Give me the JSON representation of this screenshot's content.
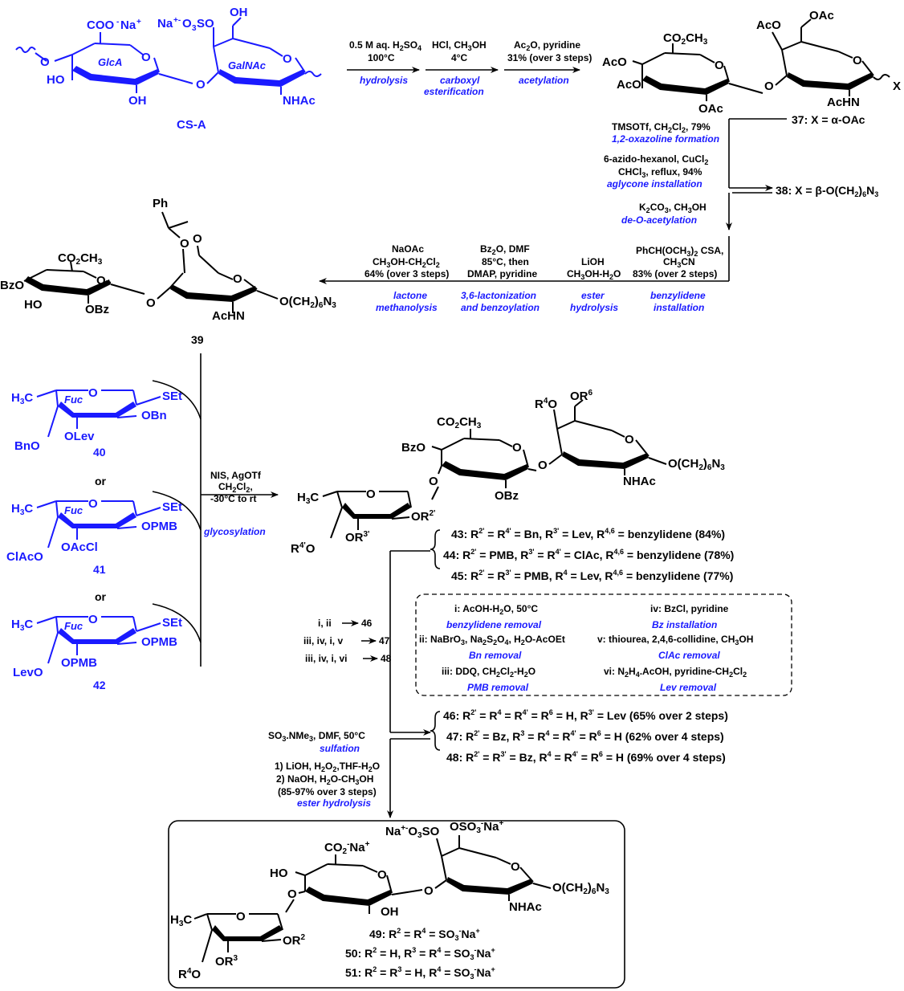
{
  "step1": {
    "c1": "0.5 M aq. H",
    "c1b": "2",
    "c1c": "SO",
    "c1d": "4",
    "c2": "100°C",
    "tag": "hydrolysis"
  },
  "step2": {
    "c1": "HCl, CH",
    "c1b": "3",
    "c1c": "OH",
    "c2": "4°C",
    "tag1": "carboxyl",
    "tag2": "esterification"
  },
  "step3": {
    "c1": "Ac",
    "c1b": "2",
    "c1c": "O, pyridine",
    "c2": "31% (over 3 steps)",
    "tag": "acetylation"
  },
  "cs_a": {
    "name": "CS-A",
    "glca": "GlcA",
    "galnac": "GalNAc",
    "coo": "COO",
    "na": "Na",
    "sulf": "Na",
    "o3so": "O",
    "o3so_b": "3",
    "o3so_c": "SO",
    "oh": "OH",
    "ho": "HO",
    "nhac": "NHAc",
    "o": "O"
  },
  "acetylated": {
    "co2ch3": "CO",
    "co2ch3_b": "2",
    "co2ch3_c": "CH",
    "co2ch3_d": "3",
    "aco": "AcO",
    "oac": "OAc",
    "achn": "AcHN",
    "x": "X",
    "o": "O"
  },
  "oxazoline": {
    "c1": "TMSOTf, CH",
    "c1b": "2",
    "c1c": "Cl",
    "c1d": "2",
    "c1e": ", 79%",
    "tag": "1,2-oxazoline formation",
    "prod": "37: X = α-OAc"
  },
  "aglycone": {
    "c1": "6-azido-hexanol, CuCl",
    "c1b": "2",
    "c2": "CHCl",
    "c2b": "3",
    "c2c": ", reflux, 94%",
    "tag": "aglycone installation",
    "prod1": "38: X = β-O(CH",
    "prod2": "2",
    "prod3": ")",
    "prod4": "6",
    "prod5": "N",
    "prod6": "3"
  },
  "deacetyl": {
    "c1": "K",
    "c1b": "2",
    "c1c": "CO",
    "c1d": "3",
    "c1e": ", CH",
    "c1f": "3",
    "c1g": "OH",
    "tag": "de-O-acetylation"
  },
  "benzylidene": {
    "c1": "PhCH(OCH",
    "c1b": "3",
    "c1c": ")",
    "c1d": "2",
    "c1e": " CSA,",
    "c2": "CH",
    "c2b": "3",
    "c2c": "CN",
    "c3": "83% (over 2 steps)",
    "tag1": "benzylidene",
    "tag2": "installation"
  },
  "esterhyd": {
    "c1": "LiOH",
    "c2": "CH",
    "c2b": "3",
    "c2c": "OH-H",
    "c2d": "2",
    "c2e": "O",
    "tag1": "ester",
    "tag2": "hydrolysis"
  },
  "lactonize": {
    "c1": "Bz",
    "c1b": "2",
    "c1c": "O, DMF",
    "c2": "85°C, then",
    "c3": "DMAP, pyridine",
    "tag1": "3,6-lactonization",
    "tag2": "and benzoylation"
  },
  "methanolysis": {
    "c1": "NaOAc",
    "c2": "CH",
    "c2b": "3",
    "c2c": "OH-CH",
    "c2d": "2",
    "c2e": "Cl",
    "c2f": "2",
    "c3": "64% (over 3 steps)",
    "tag1": "lactone",
    "tag2": "methanolysis"
  },
  "cmpd39": {
    "label": "39",
    "ph": "Ph",
    "bzo": "BzO",
    "ho": "HO",
    "obz": "OBz",
    "achn": "AcHN",
    "co2ch3": "CO",
    "co2ch3_b": "2",
    "co2ch3_c": "CH",
    "co2ch3_d": "3",
    "aglycone": "O(CH",
    "ag2": "2",
    "ag3": ")",
    "ag4": "6",
    "ag5": "N",
    "ag6": "3",
    "o": "O"
  },
  "donors": {
    "d40": {
      "label": "40",
      "h3c": "H",
      "h3c_b": "3",
      "h3c_c": "C",
      "fuc": "Fuc",
      "set": "SEt",
      "obn": "OBn",
      "olev": "OLev",
      "bno": "BnO",
      "o": "O"
    },
    "or1": "or",
    "d41": {
      "label": "41",
      "h3c": "H",
      "h3c_b": "3",
      "h3c_c": "C",
      "fuc": "Fuc",
      "set": "SEt",
      "opmb": "OPMB",
      "oacl": "OAcCl",
      "clacO": "ClAcO",
      "o": "O"
    },
    "or2": "or",
    "d42": {
      "label": "42",
      "h3c": "H",
      "h3c_b": "3",
      "h3c_c": "C",
      "fuc": "Fuc",
      "set": "SEt",
      "opmb": "OPMB",
      "opmb2": "OPMB",
      "levo": "LevO",
      "o": "O"
    }
  },
  "glyco": {
    "c1": "NIS, AgOTf",
    "c2": "CH",
    "c2b": "2",
    "c2c": "Cl",
    "c2d": "2",
    "c2e": ",",
    "c3": "-30°C to rt",
    "tag": "glycosylation"
  },
  "trisacc": {
    "co2ch3": "CO",
    "co2ch3_b": "2",
    "co2ch3_c": "CH",
    "co2ch3_d": "3",
    "bzo": "BzO",
    "obz": "OBz",
    "r4o": "R",
    "r4o_s": "4",
    "r4o_e": "O",
    "or6": "OR",
    "or6_s": "6",
    "nhac": "NHAc",
    "aglycone": "O(CH",
    "ag2": "2",
    "ag3": ")",
    "ag4": "6",
    "ag5": "N",
    "ag6": "3",
    "h3c": "H",
    "h3c_b": "3",
    "h3c_c": "C",
    "or2": "OR",
    "or2_s": "2'",
    "or3": "OR",
    "or3_s": "3'",
    "r4po": "R",
    "r4po_s": "4'",
    "r4po_e": "O",
    "o": "O"
  },
  "products": [
    {
      "t": "43: R",
      "s1": "2'",
      "m1": " = R",
      "s2": "4'",
      "m2": " = Bn, R",
      "s3": "3'",
      "m3": " = Lev, R",
      "s4": "4,6",
      "m4": " = benzylidene (84%)"
    },
    {
      "t": "44: R",
      "s1": "2'",
      "m1": " = PMB, R",
      "s2": "3'",
      "m2": " = R",
      "s3": "4'",
      "m3": " = ClAc, R",
      "s4": "4,6",
      "m4": " = benzylidene (78%)"
    },
    {
      "t": "45: R",
      "s1": "2'",
      "m1": " = R",
      "s2": "3'",
      "m2": " = PMB, R",
      "s3": "4",
      "m3": " = Lev, R",
      "s4": "4,6",
      "m4": " = benzylidene (77%)"
    }
  ],
  "routes": [
    "i, ii",
    "46",
    "iii, iv, i, v",
    "47",
    "iii, iv, i, vi",
    "48"
  ],
  "reagents": {
    "i": "i: AcOH-H",
    "i_b": "2",
    "i_c": "O, 50°C",
    "i_tag": "benzylidene removal",
    "ii": "ii: NaBrO",
    "ii_b": "3",
    "ii_c": ", Na",
    "ii_d": "2",
    "ii_e": "S",
    "ii_f": "2",
    "ii_g": "O",
    "ii_h": "4",
    "ii_i": ", H",
    "ii_j": "2",
    "ii_k": "O-AcOEt",
    "ii_tag": "Bn removal",
    "iii": "iii: DDQ, CH",
    "iii_b": "2",
    "iii_c": "Cl",
    "iii_d": "2",
    "iii_e": "-H",
    "iii_f": "2",
    "iii_g": "O",
    "iii_tag": "PMB removal",
    "iv": "iv: BzCl, pyridine",
    "iv_tag": "Bz installation",
    "v": "v: thiourea, 2,4,6-collidine, CH",
    "v_b": "3",
    "v_c": "OH",
    "v_tag": "ClAc removal",
    "vi": "vi: N",
    "vi_b": "2",
    "vi_c": "H",
    "vi_d": "4",
    "vi_e": ".AcOH, pyridine-CH",
    "vi_f": "2",
    "vi_g": "Cl",
    "vi_h": "2",
    "vi_tag": "Lev removal"
  },
  "deprot": [
    {
      "t": "46: R",
      "s1": "2'",
      "m1": " = R",
      "s2": "4",
      "m2": " = R",
      "s3": "4'",
      "m3": " = R",
      "s4": "6",
      "m4": " = H, R",
      "s5": "3'",
      "m5": " = Lev (65% over 2 steps)"
    },
    {
      "t": "47: R",
      "s1": "2'",
      "m1": " = Bz, R",
      "s2": "3",
      "m2": " = R",
      "s3": "4",
      "m3": " = R",
      "s4": "4'",
      "m4": " = R",
      "s5": "6",
      "m5": " = H (62% over 4 steps)"
    },
    {
      "t": "48: R",
      "s1": "2'",
      "m1": " = R",
      "s2": "3'",
      "m2": " = Bz, R",
      "s3": "4",
      "m3": " = R",
      "s4": "4'",
      "m4": " = R",
      "s5": "6",
      "m5": " = H (69% over 4 steps)"
    }
  ],
  "final_cond": {
    "c1": "SO",
    "c1b": "3",
    "c1c": ".NMe",
    "c1d": "3",
    "c1e": ", DMF, 50°C",
    "tag1": "sulfation",
    "c2": "1) LiOH, H",
    "c2b": "2",
    "c2c": "O",
    "c2d": "2",
    "c2e": ",THF-H",
    "c2f": "2",
    "c2g": "O",
    "c3": "2) NaOH, H",
    "c3b": "2",
    "c3c": "O-CH",
    "c3d": "3",
    "c3e": "OH",
    "c4": "(85-97% over 3 steps)",
    "tag2": "ester hydrolysis"
  },
  "final": {
    "na": "Na",
    "o3so": "O",
    "o3so_b": "3",
    "o3so_c": "SO",
    "oso3": "OSO",
    "oso3_b": "3",
    "oso3_c": "Na",
    "co2": "CO",
    "co2_b": "2",
    "co2_c": "Na",
    "ho": "HO",
    "oh": "OH",
    "nhac": "NHAc",
    "aglycone": "O(CH",
    "ag2": "2",
    "ag3": ")",
    "ag4": "6",
    "ag5": "N",
    "ag6": "3",
    "h3c": "H",
    "h3c_b": "3",
    "h3c_c": "C",
    "or2": "OR",
    "or2_s": "2",
    "or3": "OR",
    "or3_s": "3",
    "r4o": "R",
    "r4o_s": "4",
    "r4o_e": "O",
    "o": "O"
  },
  "final_products": [
    {
      "t": "49: R",
      "s1": "2",
      "m1": " = R",
      "s2": "4",
      "m2": " = SO",
      "s3": "3",
      "m3": "Na",
      "s4": "+"
    },
    {
      "t": "50: R",
      "s1": "2",
      "m1": " = H, R",
      "s2": "3",
      "m2": " = R",
      "s3": "4",
      "m3": " = SO",
      "s4": "3",
      "m4": "Na",
      "s5": "+"
    },
    {
      "t": "51: R",
      "s1": "2",
      "m1": " = R",
      "s2": "3",
      "m2": " = H, R",
      "s3": "4",
      "m3": " = SO",
      "s4": "3",
      "m4": "Na",
      "s5": "+"
    }
  ]
}
